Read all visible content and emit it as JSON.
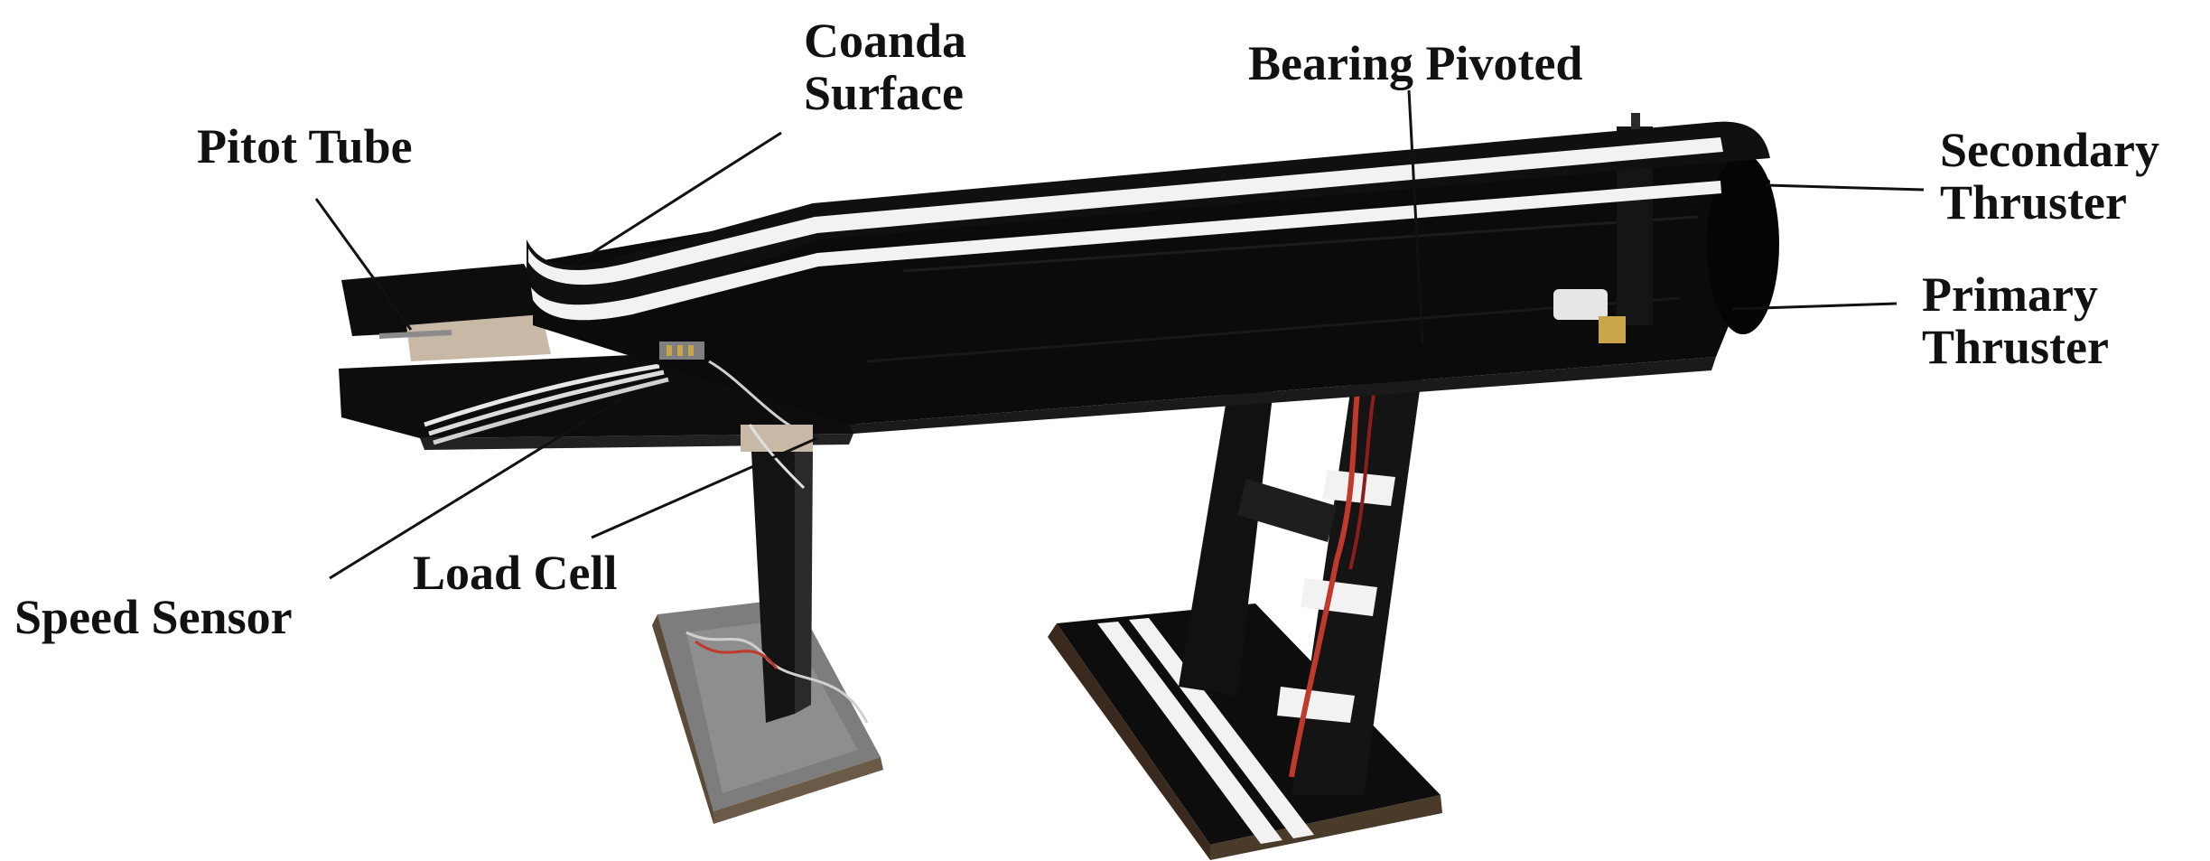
{
  "labels": {
    "coanda_line1": "Coanda",
    "coanda_line2": "Surface",
    "pitot_tube": "Pitot Tube",
    "bearing_pivoted": "Bearing Pivoted",
    "secondary_line1": "Secondary",
    "secondary_line2": "Thruster",
    "primary_line1": "Primary",
    "primary_line2": "Thruster",
    "load_cell": "Load Cell",
    "speed_sensor": "Speed Sensor"
  },
  "colors": {
    "body": "#0d0d0d",
    "stripe": "#f2f2f2",
    "wood": "#c8b9a6",
    "base_plate": "#8b8b8b",
    "wire_red": "#c0392b",
    "leader_line": "#111111"
  }
}
